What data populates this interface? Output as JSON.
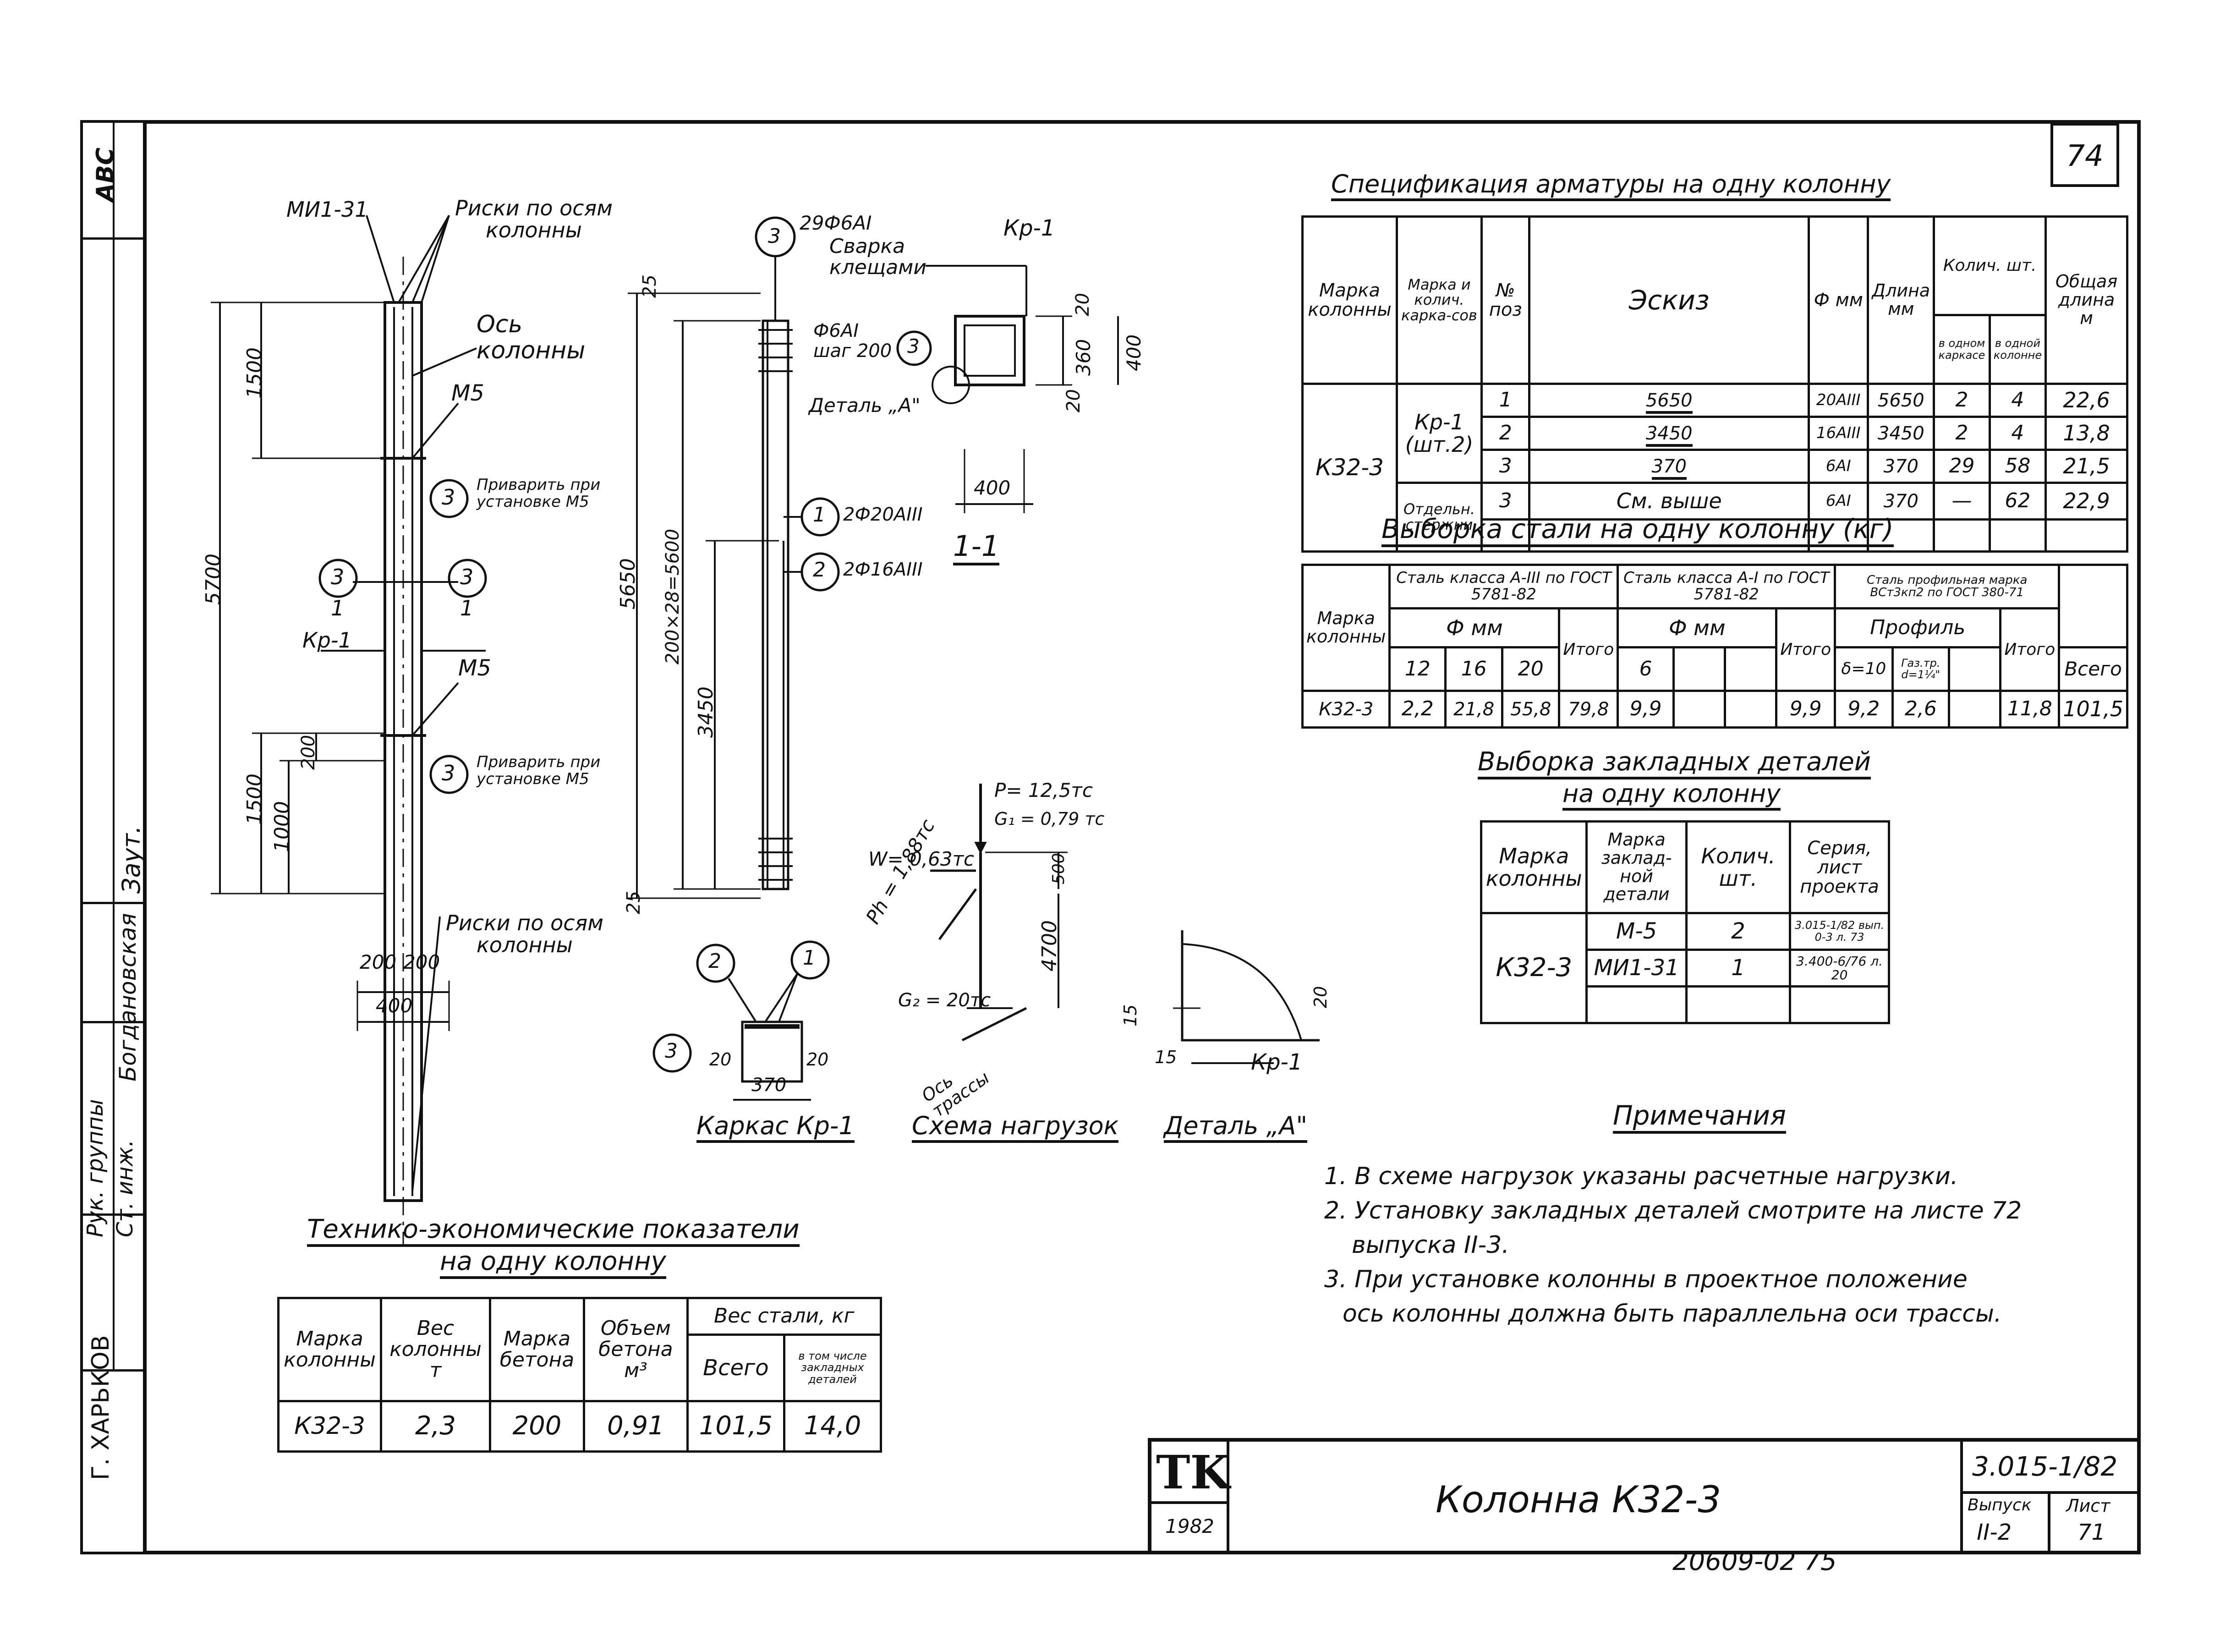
{
  "sheet_number": "74",
  "stamp": {
    "letters": "TK",
    "year": "1982"
  },
  "side_strip": {
    "cells": [
      "ABC",
      "Заут.",
      "Богдановская",
      "Рук. группы",
      "Ст. инж.",
      "Г. ХАРЬКОВ"
    ]
  },
  "spec": {
    "title": "Спецификация арматуры на одну колонну",
    "headers": [
      "Марка колонны",
      "Марка и колич. карка-сов",
      "№ поз",
      "Эскиз",
      "Ф мм",
      "Длина мм",
      "Колич. шт.",
      "в одном каркасе",
      "в одной колонне",
      "Общая длина м"
    ],
    "col_mark": "К32-3",
    "kr_label": "Кр-1 (шт.2)",
    "separate_label": "Отдельн. стержни",
    "rows": [
      {
        "pos": "1",
        "sketch": "5650",
        "d": "20АIII",
        "len": "5650",
        "q1": "2",
        "q2": "4",
        "total": "22,6"
      },
      {
        "pos": "2",
        "sketch": "3450",
        "d": "16АIII",
        "len": "3450",
        "q1": "2",
        "q2": "4",
        "total": "13,8"
      },
      {
        "pos": "3",
        "sketch": "370",
        "d": "6АI",
        "len": "370",
        "q1": "29",
        "q2": "58",
        "total": "21,5"
      },
      {
        "pos": "3",
        "sketch": "См. выше",
        "d": "6АI",
        "len": "370",
        "q1": "—",
        "q2": "62",
        "total": "22,9"
      }
    ]
  },
  "steel": {
    "title": "Выборка стали на одну колонну (кг)",
    "h_mark": "Марка колонны",
    "h_a3": "Сталь класса А-III по ГОСТ 5781-82",
    "h_a1": "Сталь класса А-I по ГОСТ 5781-82",
    "h_prof": "Сталь профильная марка ВСт3кп2 по ГОСТ 380-71",
    "h_phi": "Ф мм",
    "h_profile": "Профиль",
    "sub": [
      "12",
      "16",
      "20",
      "Итого",
      "6",
      "Итого",
      "δ=10",
      "Газ.тр. d=1¼\"",
      "Итого",
      "Всего"
    ],
    "row": [
      "К32-3",
      "2,2",
      "21,8",
      "55,8",
      "79,8",
      "9,9",
      "9,9",
      "9,2",
      "2,6",
      "11,8",
      "101,5"
    ]
  },
  "embed": {
    "title1": "Выборка закладных деталей",
    "title2": "на одну колонну",
    "headers": [
      "Марка колонны",
      "Марка заклад-ной детали",
      "Колич. шт.",
      "Серия, лист проекта"
    ],
    "col_mark": "К32-3",
    "rows": [
      {
        "mark": "М-5",
        "qty": "2",
        "series": "3.015-1/82 вып. 0-3 л. 73"
      },
      {
        "mark": "МИ1-31",
        "qty": "1",
        "series": "3.400-6/76 л. 20"
      }
    ]
  },
  "notes": {
    "title": "Примечания",
    "items": [
      "1. В схеме нагрузок указаны расчетные нагрузки.",
      "2. Установку закладных деталей смотрите на листе 72",
      "выпуска II-3.",
      "3. При установке колонны в проектное положение",
      "ось колонны должна быть параллельна оси трассы."
    ]
  },
  "tech": {
    "title1": "Технико-экономические показатели",
    "title2": "на одну колонну",
    "headers": [
      "Марка колонны",
      "Вес колонны т",
      "Марка бетона",
      "Объем бетона м³",
      "Вес стали, кг",
      "Всего",
      "в том числе закладных деталей"
    ],
    "row": [
      "К32-3",
      "2,3",
      "200",
      "0,91",
      "101,5",
      "14,0"
    ]
  },
  "title_block": {
    "name": "Колонна К32-3",
    "code": "3.015-1/82",
    "vypusk_label": "Выпуск",
    "vypusk": "II-2",
    "list_label": "Лист",
    "list": "71",
    "bottom_number": "20609-02 75"
  },
  "drawing": {
    "col_labels": {
      "mi": "МИ1-31",
      "riski_top": "Риски по осям колонны",
      "os": "Ось колонны",
      "m5a": "М5",
      "m5b": "М5",
      "weld1": "Приварить при установке М5",
      "weld2": "Приварить при установке М5",
      "riski_bot": "Риски по осям колонны",
      "kr": "Кр-1",
      "one": "1",
      "three": "3"
    },
    "dims": {
      "d5700": "5700",
      "d1500a": "1500",
      "d1500b": "1500",
      "d1000": "1000",
      "d200c": "200",
      "d200a": "200",
      "d200b": "200",
      "d400": "400",
      "d5650": "5650",
      "d200x28": "200×28=5600",
      "d3450": "3450",
      "d25a": "25",
      "d25b": "25"
    },
    "frame_labels": {
      "p29": "29Ф6АI",
      "weld": "Сварка клещами",
      "p1": "2Ф20АIII",
      "p2": "2Ф16АIII",
      "n1": "1",
      "n2": "2",
      "n3": "3"
    },
    "section": {
      "kr": "Кр-1",
      "step": "Ф6АI шаг 200",
      "detail": "Деталь „А\"",
      "d20a": "20",
      "d360": "360",
      "d20b": "20",
      "d400v": "400",
      "d400h": "400",
      "title": "1-1",
      "n3": "3"
    },
    "kr_section": {
      "d20a": "20",
      "d20b": "20",
      "d370": "370",
      "n1": "1",
      "n2": "2",
      "n3": "3",
      "caption": "Каркас Кр-1"
    },
    "loads": {
      "p": "Р= 12,5тс",
      "g1": "G₁ = 0,79 тс",
      "w": "W= 0,63тс",
      "ph": "Рh = 1,88тс",
      "g2": "G₂ = 20тс",
      "d500": "500",
      "d4700": "4700",
      "axis": "Ось трассы",
      "caption": "Схема нагрузок"
    },
    "detail_a": {
      "d15a": "15",
      "d15b": "15",
      "d20": "20",
      "kr": "Кр-1",
      "caption": "Деталь „А\""
    }
  }
}
